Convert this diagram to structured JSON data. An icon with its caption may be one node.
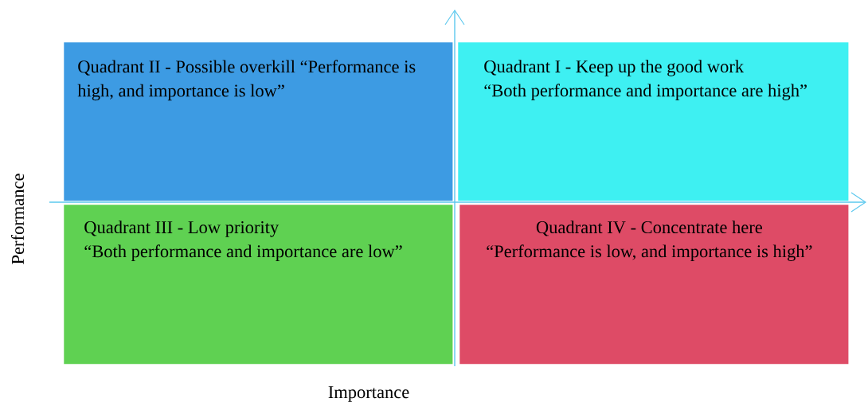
{
  "diagram": {
    "nodes": [
      {
        "text": [
          "Quadrant II - Possible overkill",
          "“Performance is high, and importance is low”"
        ]
      },
      {
        "text": [
          "Quadrant I - Keep up the good work",
          "“Both performance and importance are high”"
        ]
      },
      {
        "text": [
          "Quadrant III - Low priority",
          "“Both performance and importance are low”"
        ]
      },
      {
        "text": [
          "Quadrant IV - Concentrate here",
          "“Performance is low, and importance is high”"
        ]
      }
    ],
    "labels": [
      "Performance",
      "Importance"
    ]
  }
}
